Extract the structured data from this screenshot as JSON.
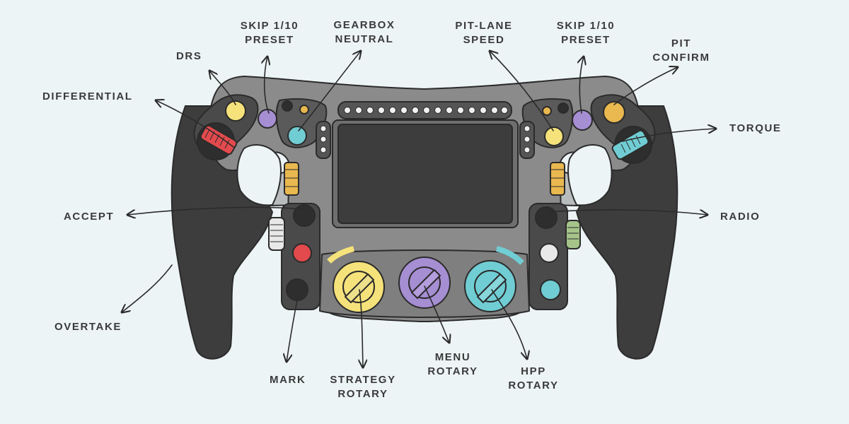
{
  "labels": {
    "drs": "DRS",
    "differential": "DIFFERENTIAL",
    "skip_left_1": "SKIP 1/10",
    "skip_left_2": "PRESET",
    "gearbox_1": "GEARBOX",
    "gearbox_2": "NEUTRAL",
    "pitlane_1": "PIT-LANE",
    "pitlane_2": "SPEED",
    "skip_right_1": "SKIP 1/10",
    "skip_right_2": "PRESET",
    "pit_confirm_1": "PIT",
    "pit_confirm_2": "CONFIRM",
    "torque": "TORQUE",
    "accept": "ACCEPT",
    "radio": "RADIO",
    "overtake": "OVERTAKE",
    "mark": "MARK",
    "strategy_1": "STRATEGY",
    "strategy_2": "ROTARY",
    "menu_1": "MENU",
    "menu_2": "ROTARY",
    "hpp_1": "HPP",
    "hpp_2": "ROTARY"
  },
  "colors": {
    "background": "#edf4f6",
    "grip": "#3a3a3a",
    "body": "#8a8a8a",
    "yellow": "#f5e27a",
    "purple": "#a68ed3",
    "teal": "#70cdd3",
    "red": "#e24a4d",
    "amber": "#e9b84f",
    "screen": "#3d3d3d"
  }
}
